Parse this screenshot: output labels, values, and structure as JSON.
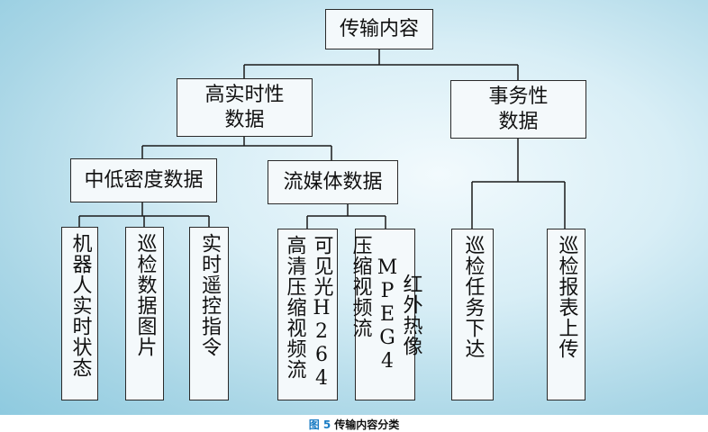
{
  "diagram": {
    "root": "传输内容",
    "branches": {
      "realtime": {
        "line1": "高实时性",
        "line2": "数据"
      },
      "transaction": {
        "line1": "事务性",
        "line2": "数据"
      }
    },
    "groups": {
      "medium_low_density": "中低密度数据",
      "streaming": "流媒体数据"
    },
    "leaves": {
      "robot_status": "机器人实时状态",
      "inspection_images": "巡检数据图片",
      "remote_control": "实时遥控指令",
      "visible_stream": [
        "可见光H264",
        "高清压缩视频流"
      ],
      "infrared_stream": [
        "红外热像MPEG4",
        "压缩视频流"
      ],
      "task_dispatch": "巡检任务下达",
      "report_upload": "巡检报表上传"
    }
  },
  "caption": {
    "figure_number": "图 5",
    "title": "传输内容分类"
  }
}
